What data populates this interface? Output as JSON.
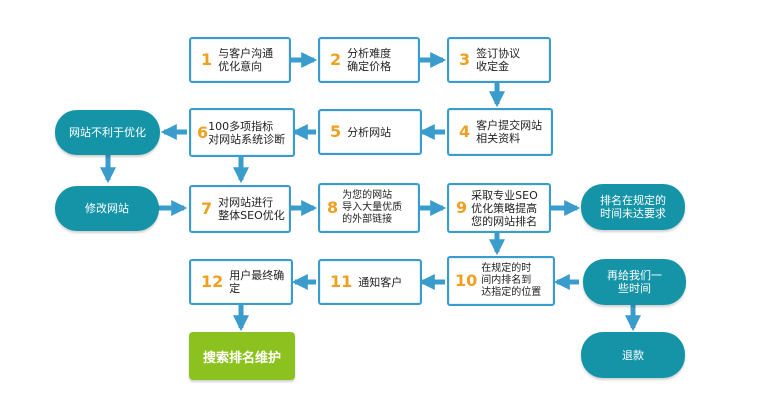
{
  "colors": {
    "box_border": "#3a9ccd",
    "number": "#f0a020",
    "pill": "#1594a8",
    "arrow": "#3a9ccd",
    "final_step": "#8cc21f"
  },
  "steps": [
    {
      "num": "1",
      "text": "与客户沟通\n优化意向"
    },
    {
      "num": "2",
      "text": "分析难度\n确定价格"
    },
    {
      "num": "3",
      "text": "签订协议\n收定金"
    },
    {
      "num": "4",
      "text": "客户提交网站\n相关资料"
    },
    {
      "num": "5",
      "text": "分析网站"
    },
    {
      "num": "6",
      "text": "100多项指标\n对网站系统诊断"
    },
    {
      "num": "7",
      "text": "对网站进行\n整体SEO优化"
    },
    {
      "num": "8",
      "text": "为您的网站\n导入大量优质\n的外部链接"
    },
    {
      "num": "9",
      "text": "采取专业SEO\n优化策略提高\n您的网站排名"
    },
    {
      "num": "10",
      "text": "在规定的时\n间内排名到\n达指定的位置"
    },
    {
      "num": "11",
      "text": "通知客户"
    },
    {
      "num": "12",
      "text": "用户最终确定"
    }
  ],
  "pills": {
    "not_good": "网站不利于优化",
    "modify": "修改网站",
    "not_reached": "排名在规定的\n时间未达要求",
    "more_time": "再给我们一\n些时间",
    "refund": "退款"
  },
  "final": "搜索排名维护"
}
